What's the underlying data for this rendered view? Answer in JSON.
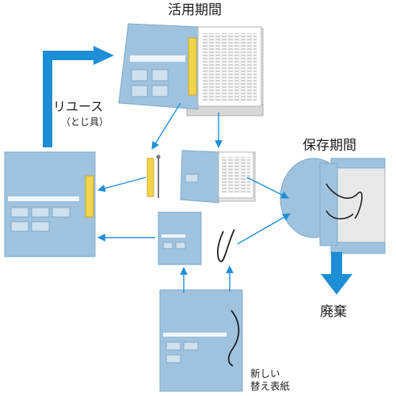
{
  "labels": {
    "active_period": "活用期間",
    "storage_period": "保存期間",
    "reuse": "リユース",
    "reuse_sub": "（とじ具）",
    "disposal": "廃棄",
    "new_cover": "新しい\n替え表紙"
  },
  "colors": {
    "arrow": "#1e8fd6",
    "big_arrow": "#1e8fd6",
    "folder": "#9fc3df",
    "folder_dark": "#84add0",
    "paper": "#f4f4f4",
    "clip": "#f2d54a"
  },
  "icons": [
    "file-folder-icon",
    "binder-clip-icon",
    "string-tie-icon",
    "document-stack-icon"
  ]
}
